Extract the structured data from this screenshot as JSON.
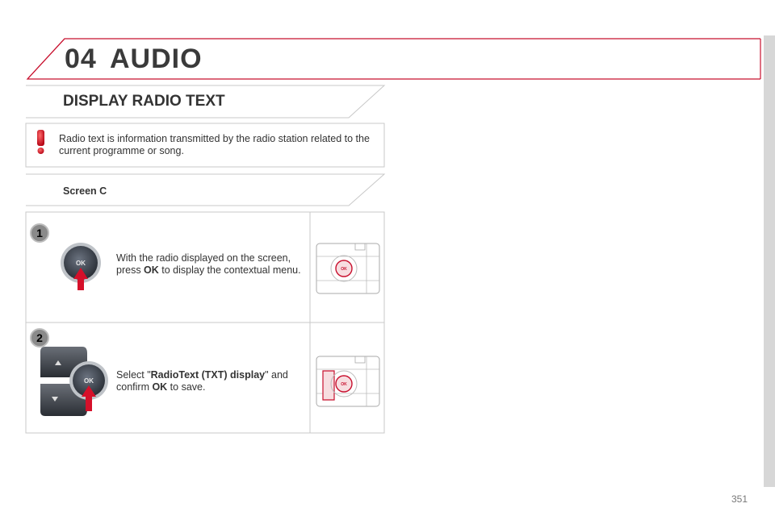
{
  "header": {
    "chapter_number": "04",
    "chapter_title": "AUDIO"
  },
  "section": {
    "title": "DISPLAY RADIO TEXT"
  },
  "info": {
    "icon": "warning-exclamation-icon",
    "text": "Radio text is information transmitted by the radio station related to the current programme or song."
  },
  "screen": {
    "label": "Screen C"
  },
  "steps": [
    {
      "number": "1",
      "text_before": "With the radio displayed on the screen, press ",
      "bold_1": "OK",
      "text_after": " to display the contextual menu.",
      "knob_label": "OK",
      "panel_label": "OK"
    },
    {
      "number": "2",
      "text_before": "Select \"",
      "bold_1": "RadioText (TXT) display",
      "text_middle": "\" and confirm ",
      "bold_2": "OK",
      "text_after": " to save.",
      "knob_label": "OK",
      "panel_label": "OK"
    }
  ],
  "page": {
    "number": "351"
  },
  "colors": {
    "accent": "#c8102e",
    "grey_line": "#c8c8c8",
    "step_circle": "#8a8a8a"
  }
}
